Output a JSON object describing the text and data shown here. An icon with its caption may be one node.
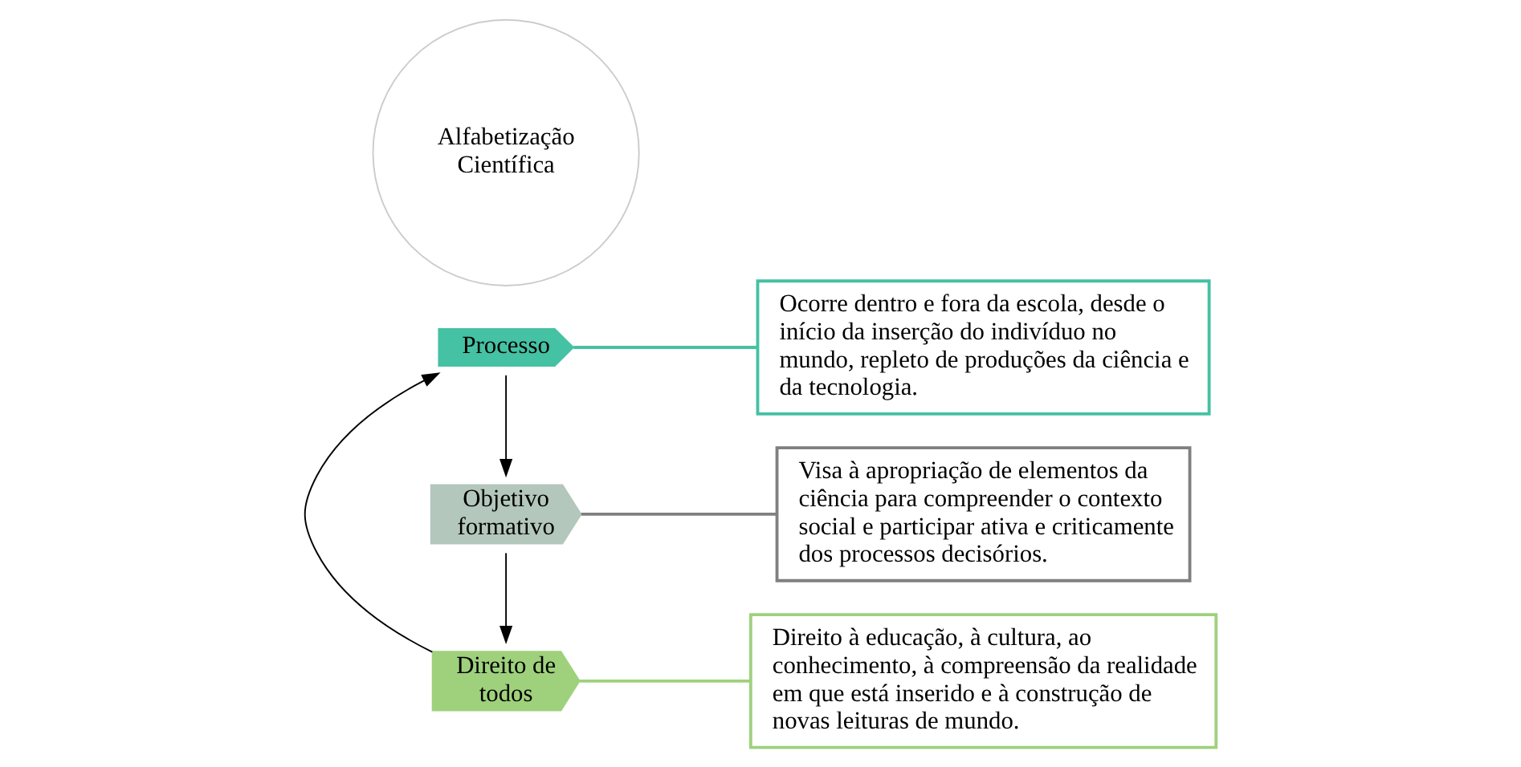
{
  "diagram": {
    "nodes": [
      {
        "text": [
          "Processo"
        ]
      },
      {
        "text": [
          "Objetivo formativo"
        ]
      },
      {
        "text": [
          "Direito de todos"
        ]
      },
      {
        "text": [
          "Alfabetização Científica"
        ]
      },
      {
        "text": [
          "Ocorre dentro e fora da escola, desde o início da inserção do indivíduo no mundo, repleto de produções da ciência e da tecnologia."
        ]
      },
      {
        "text": [
          "Visa à apropriação de elementos da ciência para compreender o contexto social e participar ativa e criticamente dos processos decisórios."
        ]
      },
      {
        "text": [
          "Direito à educação, à cultura, ao conhecimento, à compreensão da realidade em que está inserido e à construção de novas leituras de mundo."
        ]
      }
    ],
    "edges": [
      {
        "from": 0,
        "to": 1,
        "arrow": "to"
      },
      {
        "from": 1,
        "to": 2,
        "arrow": "to"
      },
      {
        "from": 2,
        "to": 0,
        "arrow": "to"
      },
      {
        "from": 0,
        "to": 4,
        "arrow": "none",
        "color": "#45c1a3"
      },
      {
        "from": 1,
        "to": 5,
        "arrow": "none",
        "color": "#808080"
      },
      {
        "from": 2,
        "to": 6,
        "arrow": "none",
        "color": "#9fd17d"
      }
    ]
  }
}
